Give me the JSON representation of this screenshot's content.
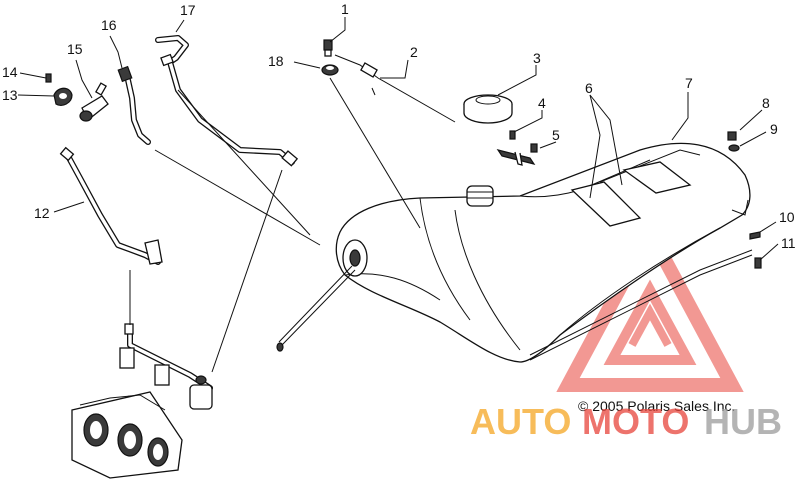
{
  "callouts": [
    {
      "id": "1",
      "label": "1"
    },
    {
      "id": "2",
      "label": "2"
    },
    {
      "id": "3",
      "label": "3"
    },
    {
      "id": "4",
      "label": "4"
    },
    {
      "id": "5",
      "label": "5"
    },
    {
      "id": "6",
      "label": "6"
    },
    {
      "id": "7",
      "label": "7"
    },
    {
      "id": "8",
      "label": "8"
    },
    {
      "id": "9",
      "label": "9"
    },
    {
      "id": "10",
      "label": "10"
    },
    {
      "id": "11",
      "label": "11"
    },
    {
      "id": "12",
      "label": "12"
    },
    {
      "id": "13",
      "label": "13"
    },
    {
      "id": "14",
      "label": "14"
    },
    {
      "id": "15",
      "label": "15"
    },
    {
      "id": "16",
      "label": "16"
    },
    {
      "id": "17",
      "label": "17"
    },
    {
      "id": "18",
      "label": "18"
    }
  ],
  "copyright": "© 2005 Polaris Sales Inc.",
  "watermark": {
    "part_auto": "AUTO",
    "part_moto": "MOTO",
    "part_hub": "HUB",
    "color_orange": "#f5a623",
    "color_red": "#e8453c",
    "color_gray": "#9b9b9b"
  }
}
